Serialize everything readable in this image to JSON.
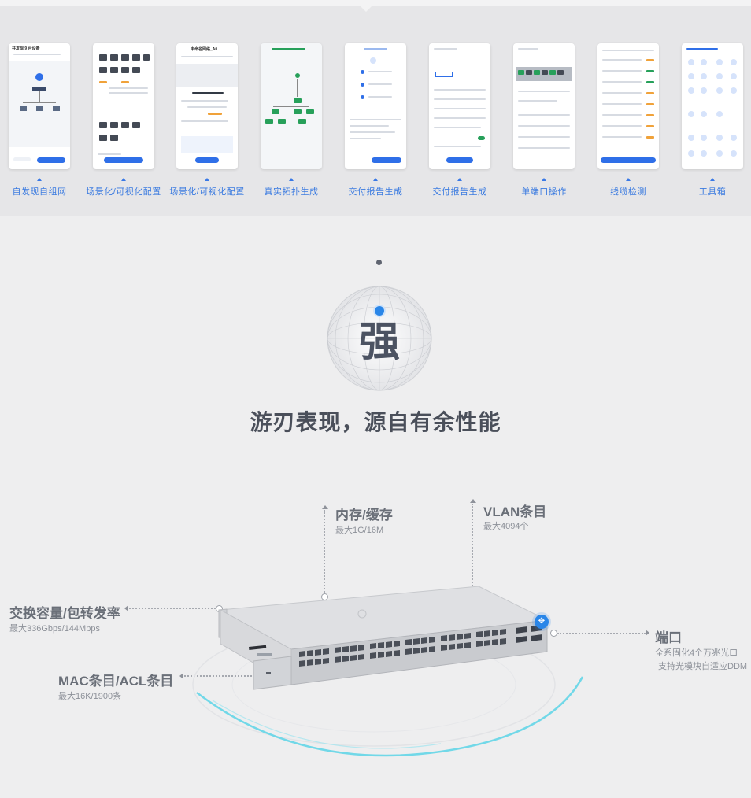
{
  "gallery": {
    "items": [
      {
        "label": "自发现自组网",
        "screen_title": "共发现 9 台设备"
      },
      {
        "label": "场景化/可视化配置"
      },
      {
        "label": "场景化/可视化配置",
        "screen_title": "未命名网络_A0"
      },
      {
        "label": "真实拓扑生成"
      },
      {
        "label": "交付报告生成"
      },
      {
        "label": "交付报告生成"
      },
      {
        "label": "单端口操作"
      },
      {
        "label": "线缆检测"
      },
      {
        "label": "工具箱"
      }
    ]
  },
  "hero": {
    "badge_char": "强",
    "headline": "游刃表现，源自有余性能"
  },
  "specs": {
    "memory": {
      "title": "内存/缓存",
      "value": "最大1G/16M"
    },
    "vlan": {
      "title": "VLAN条目",
      "value": "最大4094个"
    },
    "switching": {
      "title": "交换容量/包转发率",
      "value": "最大336Gbps/144Mpps"
    },
    "mac_acl": {
      "title": "MAC条目/ACL条目",
      "value": "最大16K/1900条"
    },
    "ports": {
      "title": "端口",
      "line1": "全系固化4个万兆光口",
      "line2": "支持光模块自适应DDM"
    }
  },
  "colors": {
    "accent": "#2a86e8",
    "caption_blue": "#3b7be0",
    "headline": "#4a4f5a",
    "spec_title": "#6a6f78"
  },
  "icons": {
    "globe": "globe-icon",
    "port_badge": "move-arrows-icon"
  }
}
